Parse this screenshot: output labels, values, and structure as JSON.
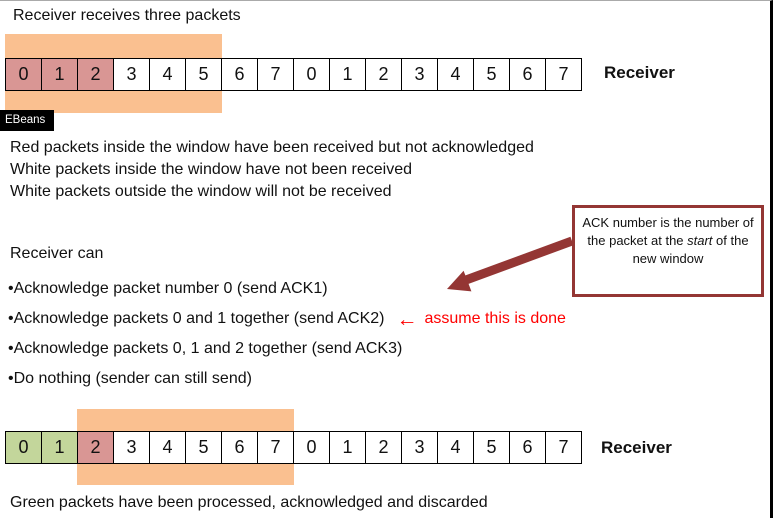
{
  "title": "Receiver receives three packets",
  "tooltip_label": "EBeans",
  "colors": {
    "window_fill": "#FAC090",
    "red_cell": "#D99694",
    "green_cell": "#C3D69B",
    "dark_red": "#943634",
    "annotation_red": "#FF0000"
  },
  "row1": {
    "receiver_label": "Receiver",
    "window_start": 0,
    "window_span": 6,
    "cells": [
      {
        "label": "0",
        "fill": "red"
      },
      {
        "label": "1",
        "fill": "red"
      },
      {
        "label": "2",
        "fill": "red"
      },
      {
        "label": "3",
        "fill": "white"
      },
      {
        "label": "4",
        "fill": "white"
      },
      {
        "label": "5",
        "fill": "white"
      },
      {
        "label": "6",
        "fill": "white"
      },
      {
        "label": "7",
        "fill": "white"
      },
      {
        "label": "0",
        "fill": "white"
      },
      {
        "label": "1",
        "fill": "white"
      },
      {
        "label": "2",
        "fill": "white"
      },
      {
        "label": "3",
        "fill": "white"
      },
      {
        "label": "4",
        "fill": "white"
      },
      {
        "label": "5",
        "fill": "white"
      },
      {
        "label": "6",
        "fill": "white"
      },
      {
        "label": "7",
        "fill": "white"
      }
    ]
  },
  "notes_top": [
    "Red packets inside the window have been received but not acknowledged",
    "White packets inside the window have not been received",
    "White packets outside the window will not be received"
  ],
  "callout": {
    "text_before": "ACK number is the number of the packet at the ",
    "text_italic": "start",
    "text_after": " of the new window"
  },
  "section_heading": "Receiver can",
  "bullets": [
    {
      "text": "•Acknowledge packet number 0 (send ACK1)"
    },
    {
      "text": "•Acknowledge packets 0 and 1 together (send ACK2)",
      "arrow": "←",
      "annotation": "assume this is done"
    },
    {
      "text": "•Acknowledge packets 0, 1 and 2 together (send ACK3)"
    },
    {
      "text": "•Do nothing (sender can still send)"
    }
  ],
  "row2": {
    "receiver_label": "Receiver",
    "window_start": 2,
    "window_span": 6,
    "cells": [
      {
        "label": "0",
        "fill": "green"
      },
      {
        "label": "1",
        "fill": "green"
      },
      {
        "label": "2",
        "fill": "red"
      },
      {
        "label": "3",
        "fill": "white"
      },
      {
        "label": "4",
        "fill": "white"
      },
      {
        "label": "5",
        "fill": "white"
      },
      {
        "label": "6",
        "fill": "white"
      },
      {
        "label": "7",
        "fill": "white"
      },
      {
        "label": "0",
        "fill": "white"
      },
      {
        "label": "1",
        "fill": "white"
      },
      {
        "label": "2",
        "fill": "white"
      },
      {
        "label": "3",
        "fill": "white"
      },
      {
        "label": "4",
        "fill": "white"
      },
      {
        "label": "5",
        "fill": "white"
      },
      {
        "label": "6",
        "fill": "white"
      },
      {
        "label": "7",
        "fill": "white"
      }
    ]
  },
  "bottom_note": "Green packets have been processed, acknowledged and discarded"
}
